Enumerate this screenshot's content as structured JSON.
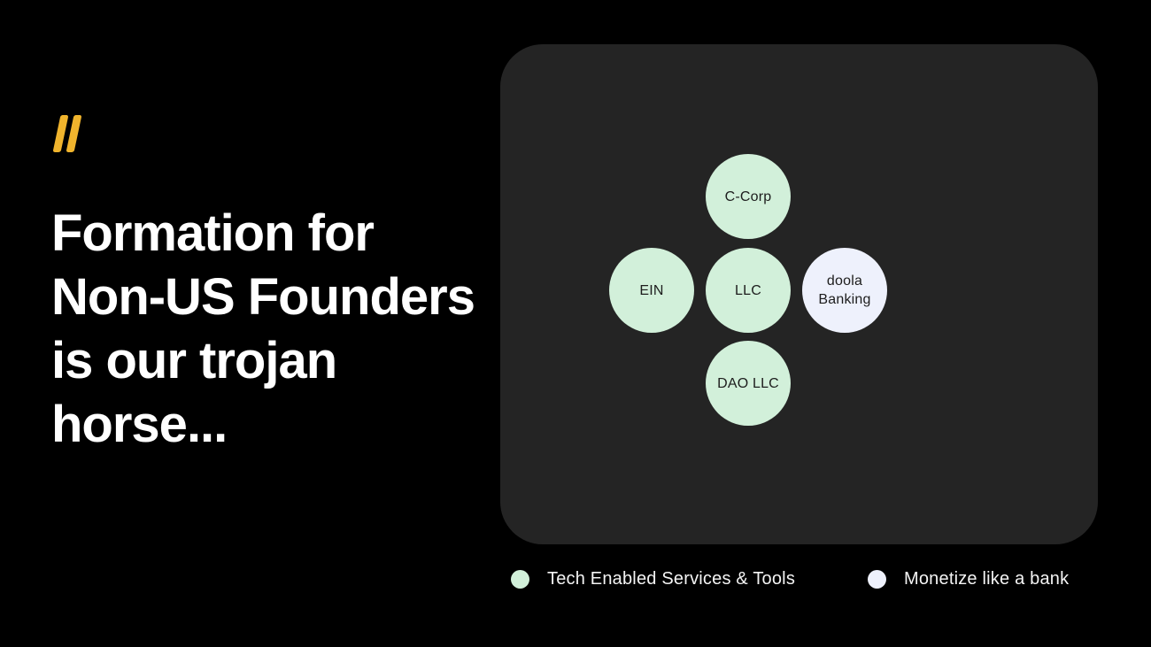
{
  "slide": {
    "background_color": "#000000",
    "accent_gold": "#F0B42D",
    "headline_color": "#FFFFFF",
    "panel_color": "#242424"
  },
  "logo": {
    "name": "doola logo mark",
    "color": "#F0B42D"
  },
  "headline": {
    "lines": [
      "Formation for",
      "Non-US Founders",
      "is our trojan",
      "horse..."
    ]
  },
  "diagram": {
    "nodes": [
      {
        "id": "c-corp",
        "label": "C-Corp",
        "category": "tech-enabled-service",
        "color": "#D2F0DA"
      },
      {
        "id": "ein",
        "label": "EIN",
        "category": "tech-enabled-service",
        "color": "#D2F0DA"
      },
      {
        "id": "llc",
        "label": "LLC",
        "category": "tech-enabled-service",
        "color": "#D2F0DA"
      },
      {
        "id": "doola-banking",
        "label": "doola Banking",
        "category": "monetize-like-a-bank",
        "color": "#EEF1FC"
      },
      {
        "id": "dao-llc",
        "label": "DAO LLC",
        "category": "tech-enabled-service",
        "color": "#D2F0DA"
      }
    ]
  },
  "legend": {
    "items": [
      {
        "label": "Tech Enabled Services & Tools",
        "color": "#D2F0DA"
      },
      {
        "label": "Monetize like a bank",
        "color": "#EEF1FC"
      }
    ]
  }
}
